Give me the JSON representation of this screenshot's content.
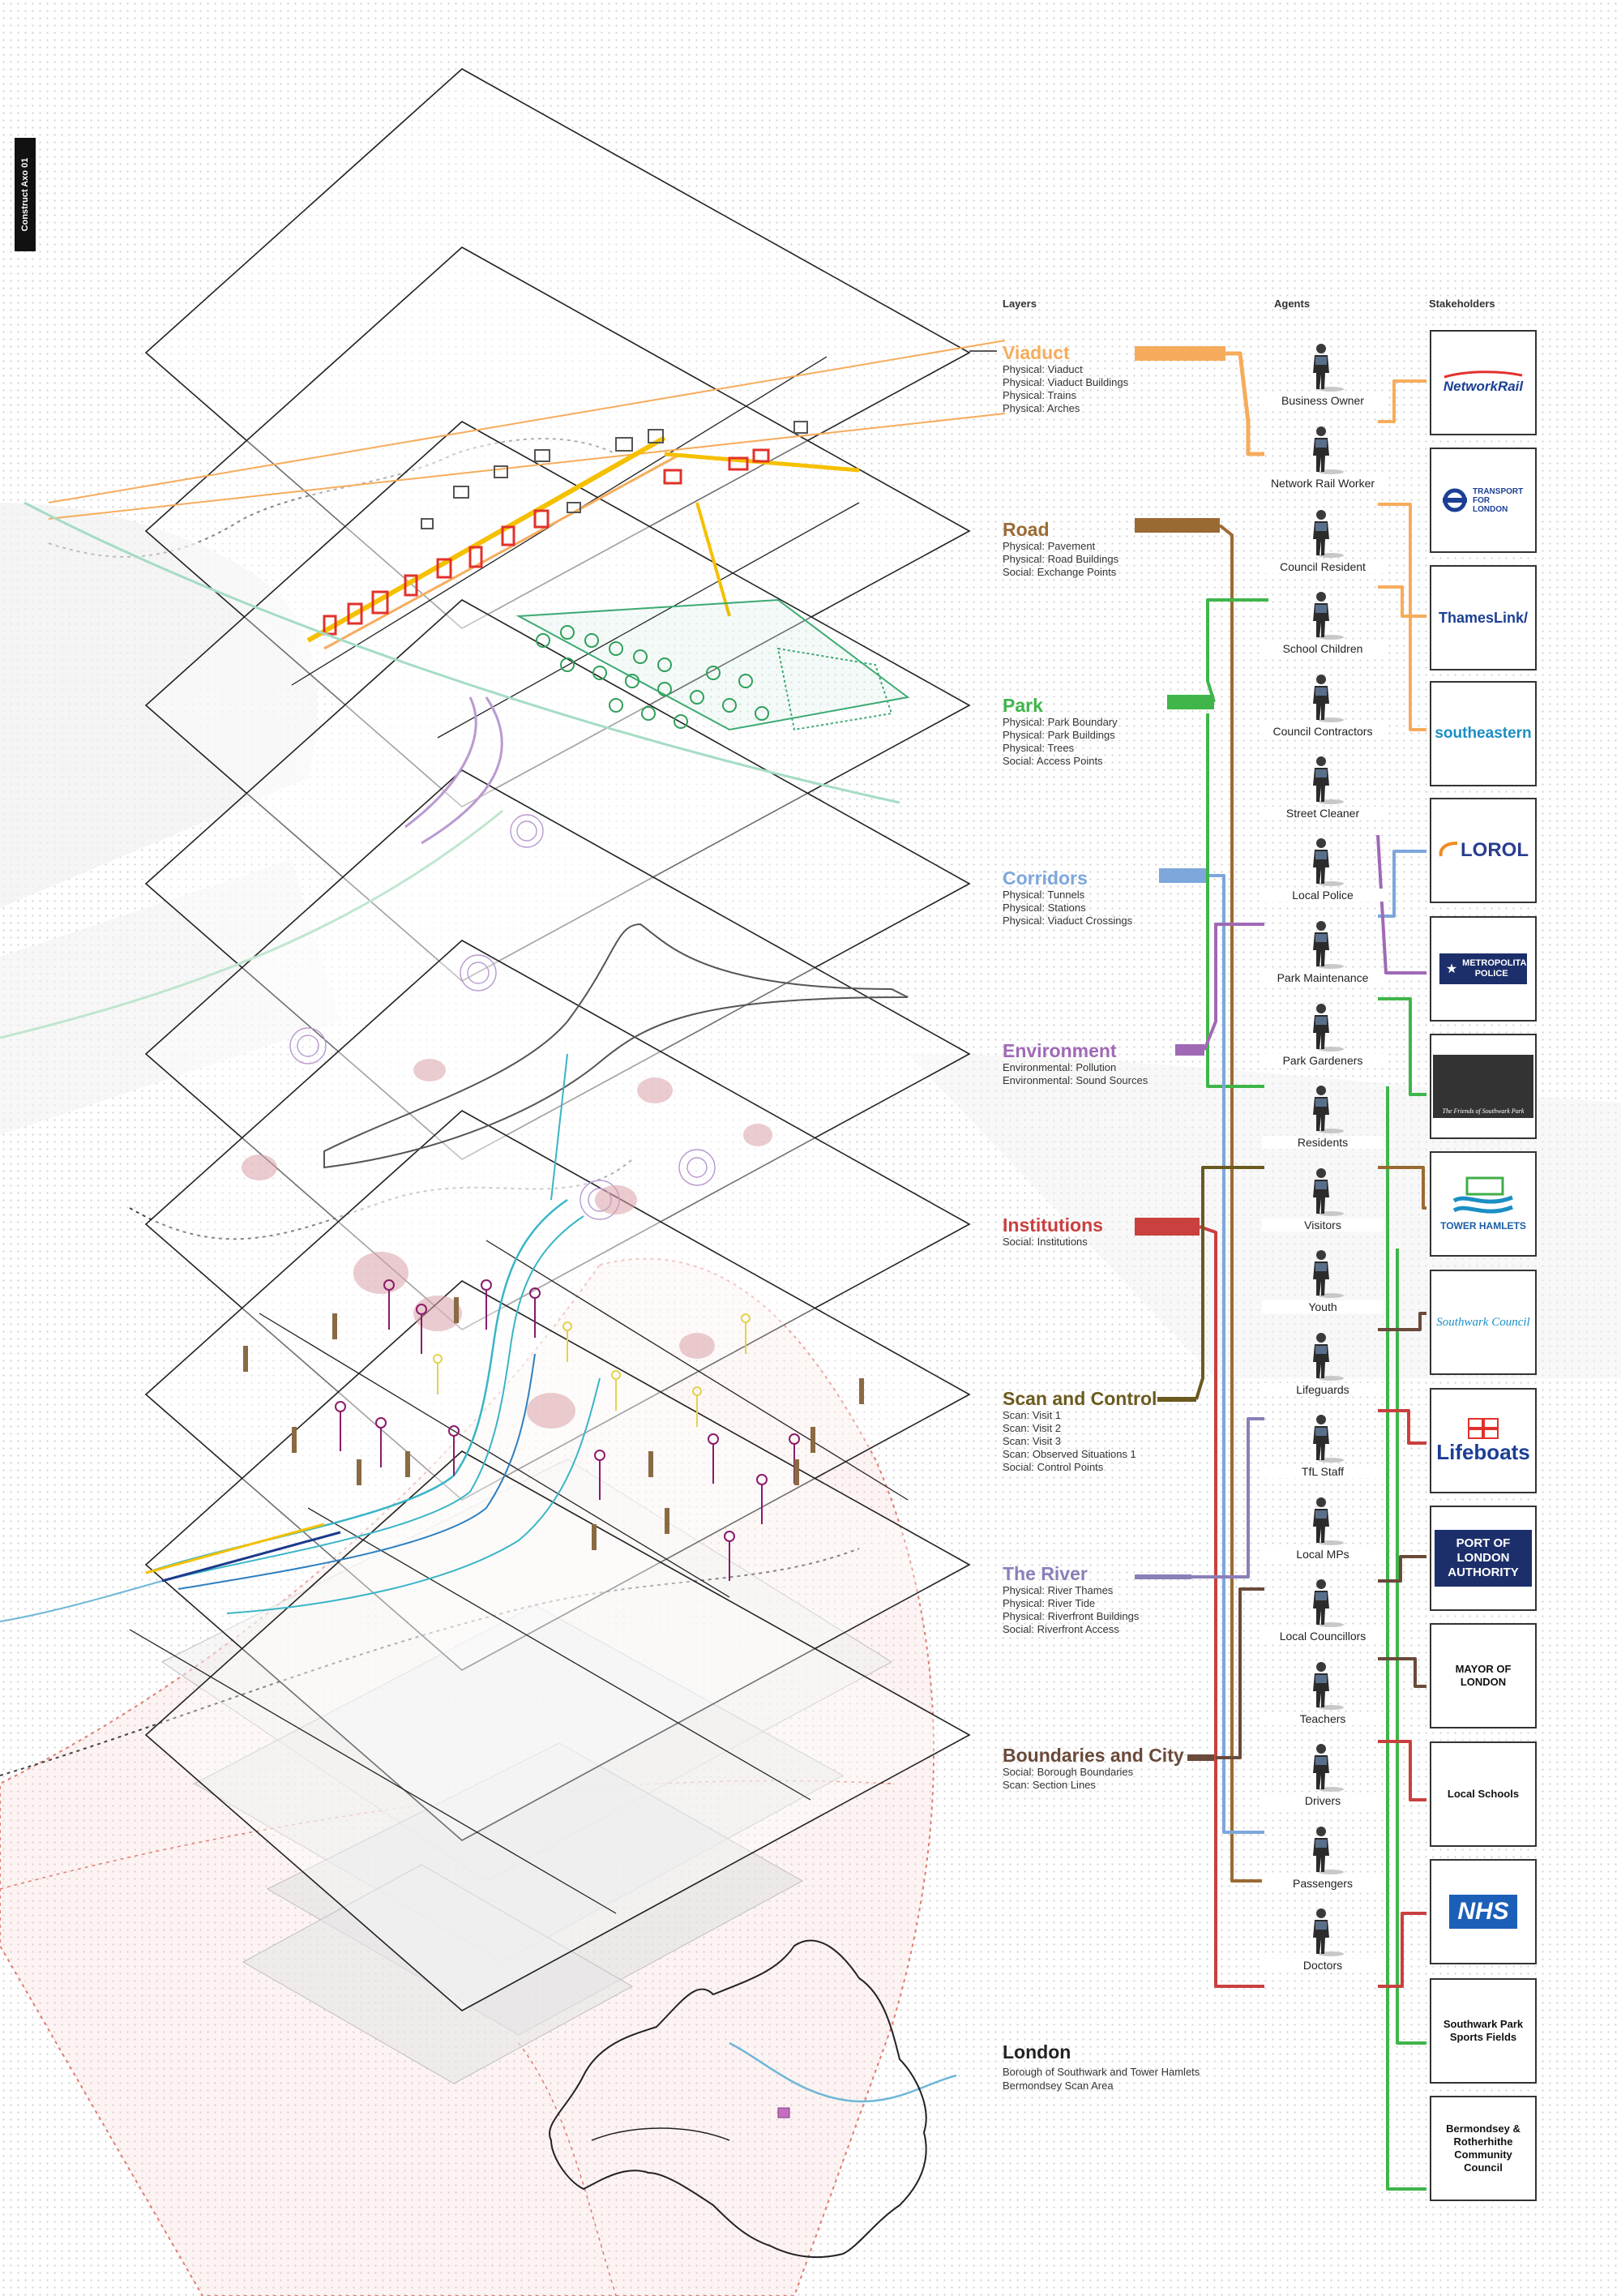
{
  "panel_tab": "Construct Axo 01",
  "columns": {
    "layers": "Layers",
    "agents": "Agents",
    "stakeholders": "Stakeholders"
  },
  "layers": [
    {
      "title": "Viaduct",
      "color": "#f6ac5c",
      "items": [
        "Physical: Viaduct",
        "Physical: Viaduct Buildings",
        "Physical: Trains",
        "Physical: Arches"
      ]
    },
    {
      "title": "Road",
      "color": "#9a6a33",
      "items": [
        "Physical: Pavement",
        "Physical: Road Buildings",
        "Social: Exchange Points"
      ]
    },
    {
      "title": "Park",
      "color": "#3fb54a",
      "items": [
        "Physical: Park Boundary",
        "Physical: Park Buildings",
        "Physical: Trees",
        "Social: Access Points"
      ]
    },
    {
      "title": "Corridors",
      "color": "#7da7db",
      "items": [
        "Physical: Tunnels",
        "Physical: Stations",
        "Physical: Viaduct Crossings"
      ]
    },
    {
      "title": "Environment",
      "color": "#a069b5",
      "items": [
        "Environmental: Pollution",
        "Environmental: Sound Sources"
      ]
    },
    {
      "title": "Institutions",
      "color": "#c9403f",
      "items": [
        "Social: Institutions"
      ]
    },
    {
      "title": "Scan and Control",
      "color": "#6b5a1e",
      "items": [
        "Scan: Visit 1",
        "Scan: Visit 2",
        "Scan: Visit 3",
        "Scan: Observed Situations 1",
        "Social: Control Points"
      ]
    },
    {
      "title": "The River",
      "color": "#8a7fb8",
      "items": [
        "Physical: River Thames",
        "Physical: River Tide",
        "Physical: Riverfront Buildings",
        "Social: Riverfront Access"
      ]
    },
    {
      "title": "Boundaries and City",
      "color": "#6a4a3a",
      "items": [
        "Social: Borough Boundaries",
        "Scan: Section Lines"
      ]
    }
  ],
  "agents": [
    {
      "label": "Business Owner"
    },
    {
      "label": "Network Rail Worker"
    },
    {
      "label": "Council Resident"
    },
    {
      "label": "School Children"
    },
    {
      "label": "Council Contractors"
    },
    {
      "label": "Street Cleaner"
    },
    {
      "label": "Local Police"
    },
    {
      "label": "Park Maintenance"
    },
    {
      "label": "Park Gardeners"
    },
    {
      "label": "Residents"
    },
    {
      "label": "Visitors"
    },
    {
      "label": "Youth"
    },
    {
      "label": "Lifeguards"
    },
    {
      "label": "TfL Staff"
    },
    {
      "label": "Local MPs"
    },
    {
      "label": "Local Councillors"
    },
    {
      "label": "Teachers"
    },
    {
      "label": "Drivers"
    },
    {
      "label": "Passengers"
    },
    {
      "label": "Doctors"
    }
  ],
  "stakeholders": [
    {
      "name": "NetworkRail",
      "kind": "logo"
    },
    {
      "name": "TRANSPORT FOR LONDON",
      "kind": "logo"
    },
    {
      "name": "ThamesLink/",
      "kind": "logo"
    },
    {
      "name": "southeastern",
      "kind": "logo"
    },
    {
      "name": "LOROL",
      "kind": "logo"
    },
    {
      "name": "METROPOLITAN POLICE",
      "kind": "logo"
    },
    {
      "name": "The Friends of Southwark Park",
      "kind": "logo"
    },
    {
      "name": "TOWER HAMLETS",
      "kind": "logo"
    },
    {
      "name": "Southwark Council",
      "kind": "logo"
    },
    {
      "name": "Lifeboats",
      "kind": "logo"
    },
    {
      "name": "PORT OF LONDON AUTHORITY",
      "kind": "logo"
    },
    {
      "name": "MAYOR OF LONDON",
      "kind": "text"
    },
    {
      "name": "Local Schools",
      "kind": "text"
    },
    {
      "name": "NHS",
      "kind": "logo"
    },
    {
      "name": "Southwark Park Sports Fields",
      "kind": "text"
    },
    {
      "name": "Bermondsey & Rotherhithe Community Council",
      "kind": "text"
    }
  ],
  "london": {
    "title": "London",
    "lines": [
      "Borough of Southwark and Tower Hamlets",
      "Bermondsey Scan Area"
    ]
  },
  "accent_colors": {
    "viaduct": "#f6ac5c",
    "road": "#9a6a33",
    "park": "#3fb54a",
    "corridors": "#7da7db",
    "environment": "#a069b5",
    "institutions": "#c9403f",
    "scan": "#6b5a1e",
    "river": "#8a7fb8",
    "boundaries": "#6a4a3a"
  },
  "icons": [
    "person-figure-icon",
    "logo-networkrail",
    "logo-tfl-roundel",
    "logo-lifeboats-flag"
  ]
}
